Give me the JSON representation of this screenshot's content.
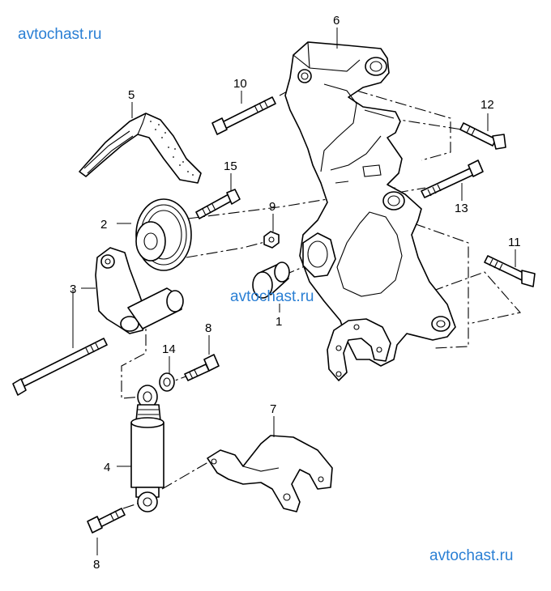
{
  "watermarks": {
    "top": "avtochast.ru",
    "middle": "avtochast.ru",
    "bottom": "avtochast.ru"
  },
  "callouts": {
    "c1": "1",
    "c2": "2",
    "c3": "3",
    "c4": "4",
    "c5": "5",
    "c6": "6",
    "c7": "7",
    "c8a": "8",
    "c8b": "8",
    "c9": "9",
    "c10": "10",
    "c11": "11",
    "c12": "12",
    "c13": "13",
    "c14": "14",
    "c15": "15"
  }
}
